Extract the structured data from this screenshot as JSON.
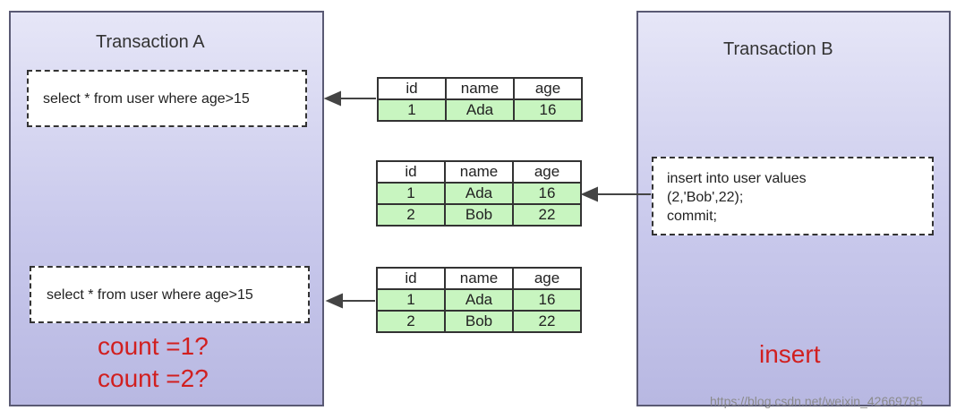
{
  "transaction_a": {
    "title": "Transaction A",
    "query_1": "select * from user where age>15",
    "query_2": "select * from user where age>15",
    "count_1": "count =1?",
    "count_2": "count =2?"
  },
  "transaction_b": {
    "title": "Transaction B",
    "statement_lines": [
      "insert into user values",
      "(2,'Bob',22);",
      "commit;"
    ],
    "label": "insert"
  },
  "tables": [
    {
      "headers": [
        "id",
        "name",
        "age"
      ],
      "rows": [
        [
          "1",
          "Ada",
          "16"
        ]
      ]
    },
    {
      "headers": [
        "id",
        "name",
        "age"
      ],
      "rows": [
        [
          "1",
          "Ada",
          "16"
        ],
        [
          "2",
          "Bob",
          "22"
        ]
      ]
    },
    {
      "headers": [
        "id",
        "name",
        "age"
      ],
      "rows": [
        [
          "1",
          "Ada",
          "16"
        ],
        [
          "2",
          "Bob",
          "22"
        ]
      ]
    }
  ],
  "watermark": "https://blog.csdn.net/weixin_42669785",
  "colors": {
    "panel_border": "#5a5a74",
    "table_row_fill": "#c8f5c0",
    "highlight_red": "#d11f1f"
  }
}
